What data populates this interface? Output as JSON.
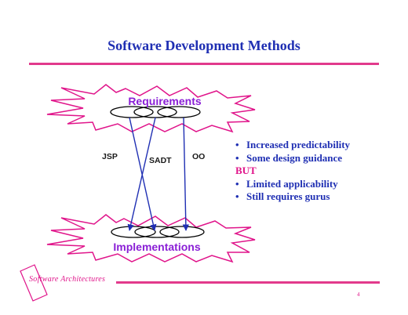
{
  "slide": {
    "title": "Software Development Methods",
    "top_node": "Requirements",
    "bottom_node": "Implementations",
    "arrows": {
      "jsp": "JSP",
      "sadt": "SADT",
      "oo": "OO"
    },
    "bullets": [
      {
        "marker": "•",
        "text": "Increased predictability"
      },
      {
        "marker": "•",
        "text": "Some design guidance"
      },
      {
        "marker": "",
        "text": "BUT"
      },
      {
        "marker": "•",
        "text": "Limited applicability"
      },
      {
        "marker": "•",
        "text": "Still requires gurus"
      }
    ],
    "footer": "Software Architectures",
    "page_number": "4"
  },
  "colors": {
    "title": "#1f2fb3",
    "accent": "#e0148a",
    "node_label": "#8a1fd6",
    "arrow": "#1f2fb3"
  }
}
